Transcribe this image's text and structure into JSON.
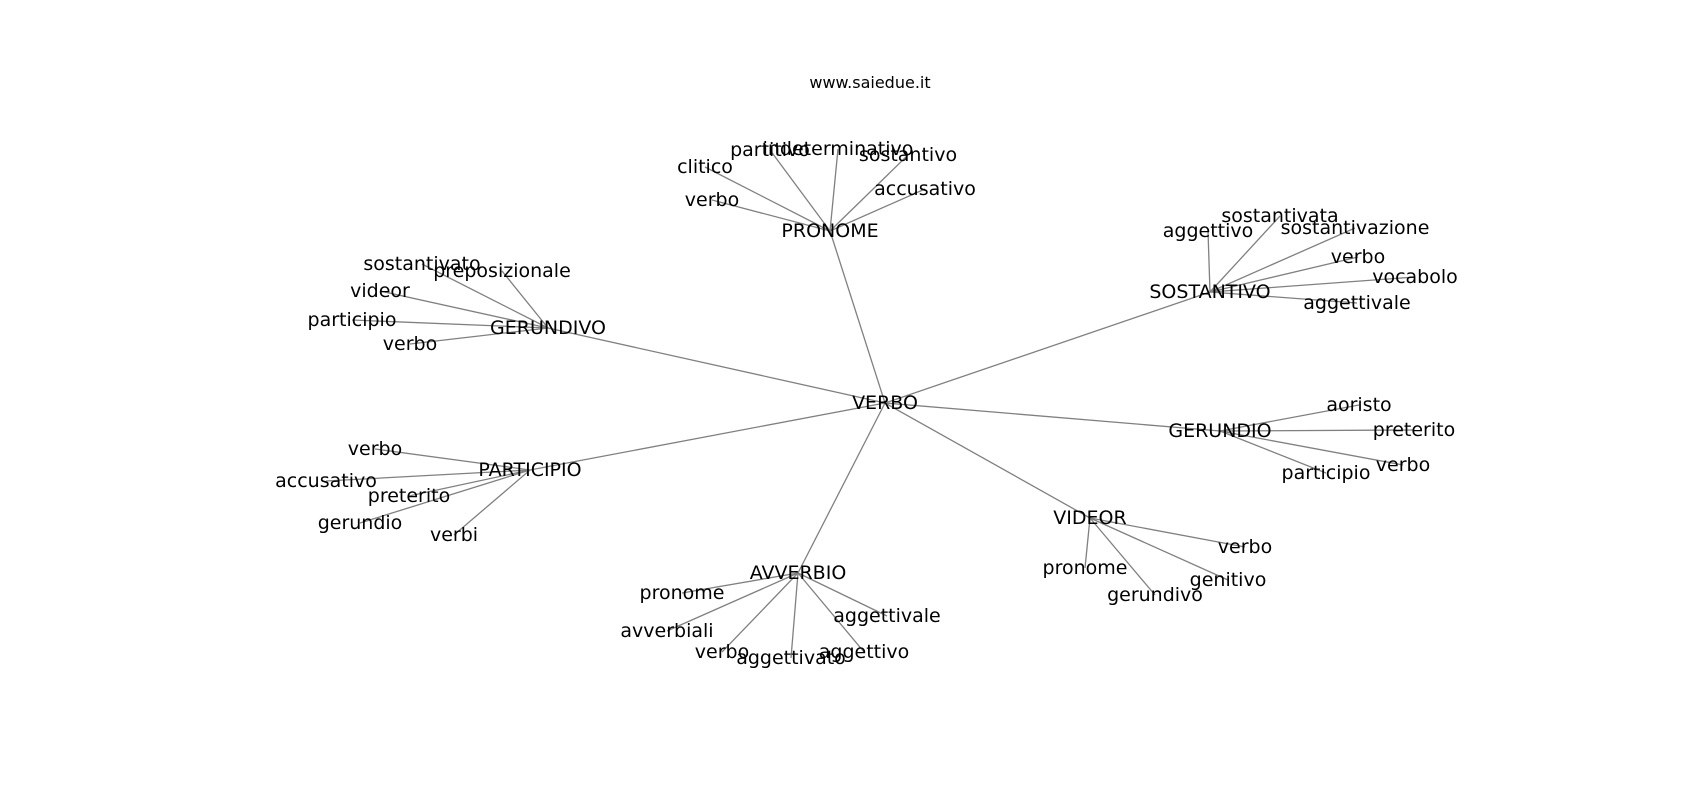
{
  "title": "www.saiedue.it",
  "colors": {
    "edge": "#808080",
    "text": "#000000",
    "background": "#ffffff"
  },
  "root": "VERBO",
  "nodes": [
    {
      "id": "verbo_root",
      "label": "VERBO"
    },
    {
      "id": "pronome",
      "label": "PRONOME"
    },
    {
      "id": "sostantivo",
      "label": "SOSTANTIVO"
    },
    {
      "id": "gerundivo",
      "label": "GERUNDIVO"
    },
    {
      "id": "gerundio",
      "label": "GERUNDIO"
    },
    {
      "id": "participio",
      "label": "PARTICIPIO"
    },
    {
      "id": "videor",
      "label": "VIDEOR"
    },
    {
      "id": "avverbio",
      "label": "AVVERBIO"
    },
    {
      "id": "pr_clitico",
      "label": "clitico"
    },
    {
      "id": "pr_partitivo",
      "label": "partitivo"
    },
    {
      "id": "pr_indeterminativo",
      "label": "indeterminativo"
    },
    {
      "id": "pr_sostantivo",
      "label": "sostantivo"
    },
    {
      "id": "pr_accusativo",
      "label": "accusativo"
    },
    {
      "id": "pr_verbo",
      "label": "verbo"
    },
    {
      "id": "so_aggettivo",
      "label": "aggettivo"
    },
    {
      "id": "so_sostantivata",
      "label": "sostantivata"
    },
    {
      "id": "so_sostantivazione",
      "label": "sostantivazione"
    },
    {
      "id": "so_verbo",
      "label": "verbo"
    },
    {
      "id": "so_vocabolo",
      "label": "vocabolo"
    },
    {
      "id": "so_aggettivale",
      "label": "aggettivale"
    },
    {
      "id": "gv_sostantivato",
      "label": "sostantivato"
    },
    {
      "id": "gv_preposizionale",
      "label": "preposizionale"
    },
    {
      "id": "gv_videor",
      "label": "videor"
    },
    {
      "id": "gv_participio",
      "label": "participio"
    },
    {
      "id": "gv_verbo",
      "label": "verbo"
    },
    {
      "id": "gd_aoristo",
      "label": "aoristo"
    },
    {
      "id": "gd_preterito",
      "label": "preterito"
    },
    {
      "id": "gd_verbo",
      "label": "verbo"
    },
    {
      "id": "gd_participio",
      "label": "participio"
    },
    {
      "id": "pa_verbo",
      "label": "verbo"
    },
    {
      "id": "pa_accusativo",
      "label": "accusativo"
    },
    {
      "id": "pa_preterito",
      "label": "preterito"
    },
    {
      "id": "pa_gerundio",
      "label": "gerundio"
    },
    {
      "id": "pa_verbi",
      "label": "verbi"
    },
    {
      "id": "vi_verbo",
      "label": "verbo"
    },
    {
      "id": "vi_pronome",
      "label": "pronome"
    },
    {
      "id": "vi_genitivo",
      "label": "genitivo"
    },
    {
      "id": "vi_gerundivo",
      "label": "gerundivo"
    },
    {
      "id": "av_pronome",
      "label": "pronome"
    },
    {
      "id": "av_avverbiali",
      "label": "avverbiali"
    },
    {
      "id": "av_verbo",
      "label": "verbo"
    },
    {
      "id": "av_aggettivato",
      "label": "aggettivato"
    },
    {
      "id": "av_aggettivo",
      "label": "aggettivo"
    },
    {
      "id": "av_aggettivale",
      "label": "aggettivale"
    }
  ],
  "edges": [
    [
      "verbo_root",
      "pronome"
    ],
    [
      "verbo_root",
      "sostantivo"
    ],
    [
      "verbo_root",
      "gerundivo"
    ],
    [
      "verbo_root",
      "gerundio"
    ],
    [
      "verbo_root",
      "participio"
    ],
    [
      "verbo_root",
      "videor"
    ],
    [
      "verbo_root",
      "avverbio"
    ],
    [
      "pronome",
      "pr_clitico"
    ],
    [
      "pronome",
      "pr_partitivo"
    ],
    [
      "pronome",
      "pr_indeterminativo"
    ],
    [
      "pronome",
      "pr_sostantivo"
    ],
    [
      "pronome",
      "pr_accusativo"
    ],
    [
      "pronome",
      "pr_verbo"
    ],
    [
      "sostantivo",
      "so_aggettivo"
    ],
    [
      "sostantivo",
      "so_sostantivata"
    ],
    [
      "sostantivo",
      "so_sostantivazione"
    ],
    [
      "sostantivo",
      "so_verbo"
    ],
    [
      "sostantivo",
      "so_vocabolo"
    ],
    [
      "sostantivo",
      "so_aggettivale"
    ],
    [
      "gerundivo",
      "gv_sostantivato"
    ],
    [
      "gerundivo",
      "gv_preposizionale"
    ],
    [
      "gerundivo",
      "gv_videor"
    ],
    [
      "gerundivo",
      "gv_participio"
    ],
    [
      "gerundivo",
      "gv_verbo"
    ],
    [
      "gerundio",
      "gd_aoristo"
    ],
    [
      "gerundio",
      "gd_preterito"
    ],
    [
      "gerundio",
      "gd_verbo"
    ],
    [
      "gerundio",
      "gd_participio"
    ],
    [
      "participio",
      "pa_verbo"
    ],
    [
      "participio",
      "pa_accusativo"
    ],
    [
      "participio",
      "pa_preterito"
    ],
    [
      "participio",
      "pa_gerundio"
    ],
    [
      "participio",
      "pa_verbi"
    ],
    [
      "videor",
      "vi_verbo"
    ],
    [
      "videor",
      "vi_pronome"
    ],
    [
      "videor",
      "vi_genitivo"
    ],
    [
      "videor",
      "vi_gerundivo"
    ],
    [
      "avverbio",
      "av_pronome"
    ],
    [
      "avverbio",
      "av_avverbiali"
    ],
    [
      "avverbio",
      "av_verbo"
    ],
    [
      "avverbio",
      "av_aggettivato"
    ],
    [
      "avverbio",
      "av_aggettivo"
    ],
    [
      "avverbio",
      "av_aggettivale"
    ]
  ]
}
